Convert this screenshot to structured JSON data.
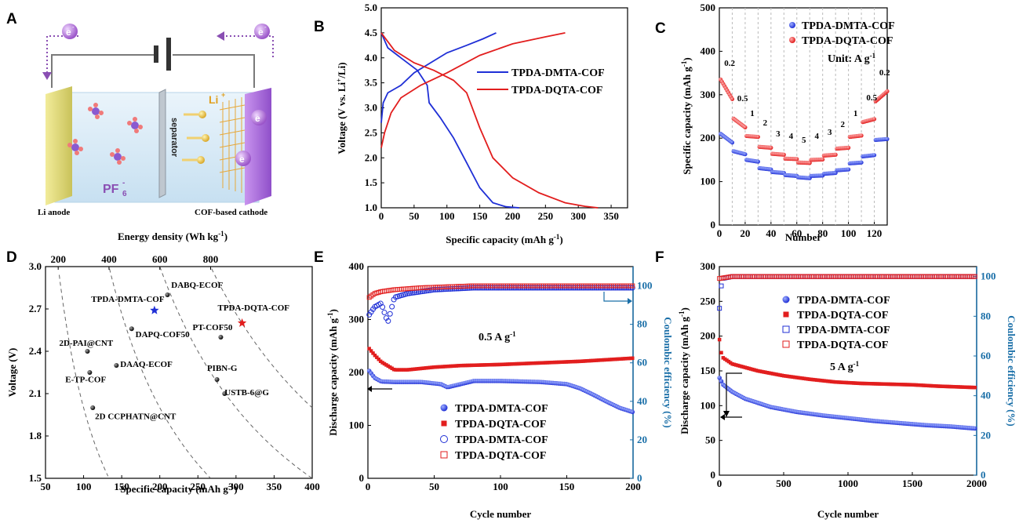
{
  "panels": {
    "A": "A",
    "B": "B",
    "C": "C",
    "D": "D",
    "E": "E",
    "F": "F"
  },
  "schematic": {
    "electron": "e",
    "electron_sup": "-",
    "li_ion": "Li",
    "li_sup": "+",
    "separator": "separator",
    "pf6": "PF",
    "pf6_sub": "6",
    "pf6_sup": "-",
    "anode": "Li anode",
    "cathode": "COF-based cathode",
    "colors": {
      "anode": "#e8e07a",
      "cathode": "#b779e0",
      "electrolyte": "#d6eaf7",
      "wire": "#7a7a7a",
      "arrow": "#8a4fb3",
      "cof_grid": "#e6a83a"
    }
  },
  "chart_data": [
    {
      "panel": "B",
      "type": "line",
      "xlabel": "Specific capacity (mAh g",
      "xlabel_sup": "-1",
      "xlabel_end": ")",
      "ylabel": "Voltage (V vs. Li",
      "ylabel_sup": "+",
      "ylabel_end": "/Li)",
      "xlim": [
        0,
        375
      ],
      "ylim": [
        1.0,
        5.0
      ],
      "xticks": [
        0,
        50,
        100,
        150,
        200,
        250,
        300,
        350
      ],
      "yticks": [
        1.0,
        1.5,
        2.0,
        2.5,
        3.0,
        3.5,
        4.0,
        4.5,
        5.0
      ],
      "legend_position": "center-right",
      "series": [
        {
          "name": "TPDA-DMTA-COF",
          "color": "#1f2fd6",
          "charge": [
            [
              0,
              2.7
            ],
            [
              3,
              3.1
            ],
            [
              10,
              3.3
            ],
            [
              30,
              3.45
            ],
            [
              50,
              3.7
            ],
            [
              75,
              3.9
            ],
            [
              100,
              4.1
            ],
            [
              130,
              4.25
            ],
            [
              155,
              4.38
            ],
            [
              175,
              4.5
            ]
          ],
          "discharge": [
            [
              0,
              4.5
            ],
            [
              10,
              4.2
            ],
            [
              30,
              4.0
            ],
            [
              55,
              3.75
            ],
            [
              70,
              3.45
            ],
            [
              73,
              3.1
            ],
            [
              90,
              2.8
            ],
            [
              110,
              2.4
            ],
            [
              130,
              1.9
            ],
            [
              150,
              1.4
            ],
            [
              170,
              1.1
            ],
            [
              190,
              1.02
            ],
            [
              210,
              1.0
            ]
          ]
        },
        {
          "name": "TPDA-DQTA-COF",
          "color": "#e21e1e",
          "charge": [
            [
              0,
              2.2
            ],
            [
              5,
              2.5
            ],
            [
              15,
              2.9
            ],
            [
              30,
              3.2
            ],
            [
              60,
              3.45
            ],
            [
              100,
              3.7
            ],
            [
              150,
              4.05
            ],
            [
              200,
              4.28
            ],
            [
              250,
              4.42
            ],
            [
              280,
              4.5
            ]
          ],
          "discharge": [
            [
              0,
              4.5
            ],
            [
              20,
              4.15
            ],
            [
              50,
              3.9
            ],
            [
              80,
              3.75
            ],
            [
              110,
              3.55
            ],
            [
              130,
              3.3
            ],
            [
              150,
              2.6
            ],
            [
              170,
              2.0
            ],
            [
              200,
              1.6
            ],
            [
              240,
              1.3
            ],
            [
              280,
              1.1
            ],
            [
              310,
              1.03
            ],
            [
              330,
              1.0
            ]
          ]
        }
      ]
    },
    {
      "panel": "C",
      "type": "scatter",
      "xlabel": "Number",
      "ylabel": "Specific capacity (mAh g",
      "ylabel_sup": "-1",
      "ylabel_end": ")",
      "xlim": [
        0,
        130
      ],
      "ylim": [
        0,
        500
      ],
      "xticks": [
        0,
        20,
        40,
        60,
        80,
        100,
        120
      ],
      "yticks": [
        0,
        100,
        200,
        300,
        400,
        500
      ],
      "unit_note": "Unit: A g",
      "unit_sup": "-1",
      "legend_position": "top-center",
      "rate_labels": [
        {
          "x": 2,
          "text": "0.2"
        },
        {
          "x": 12,
          "text": "0.5"
        },
        {
          "x": 22,
          "text": "1"
        },
        {
          "x": 32,
          "text": "2"
        },
        {
          "x": 42,
          "text": "3"
        },
        {
          "x": 52,
          "text": "4"
        },
        {
          "x": 62,
          "text": "5"
        },
        {
          "x": 72,
          "text": "4"
        },
        {
          "x": 82,
          "text": "3"
        },
        {
          "x": 92,
          "text": "2"
        },
        {
          "x": 102,
          "text": "1"
        },
        {
          "x": 112,
          "text": "0.5"
        },
        {
          "x": 122,
          "text": "0.2"
        }
      ],
      "series": [
        {
          "name": "TPDA-DMTA-COF",
          "color": "#1f2fd6",
          "segments": [
            [
              1,
              10,
              210,
              190
            ],
            [
              11,
              20,
              170,
              163
            ],
            [
              21,
              30,
              150,
              146
            ],
            [
              31,
              40,
              131,
              128
            ],
            [
              41,
              50,
              122,
              120
            ],
            [
              51,
              60,
              115,
              113
            ],
            [
              61,
              70,
              110,
              108
            ],
            [
              71,
              80,
              113,
              114
            ],
            [
              81,
              90,
              118,
              120
            ],
            [
              91,
              100,
              126,
              128
            ],
            [
              101,
              110,
              142,
              144
            ],
            [
              111,
              120,
              158,
              161
            ],
            [
              121,
              130,
              196,
              198
            ]
          ]
        },
        {
          "name": "TPDA-DQTA-COF",
          "color": "#e21e1e",
          "segments": [
            [
              1,
              10,
              335,
              290
            ],
            [
              11,
              20,
              245,
              225
            ],
            [
              21,
              30,
              205,
              203
            ],
            [
              31,
              40,
              180,
              178
            ],
            [
              41,
              50,
              164,
              162
            ],
            [
              51,
              60,
              153,
              152
            ],
            [
              61,
              70,
              144,
              143
            ],
            [
              71,
              80,
              150,
              151
            ],
            [
              81,
              90,
              160,
              162
            ],
            [
              91,
              100,
              176,
              178
            ],
            [
              101,
              110,
              203,
              206
            ],
            [
              111,
              120,
              237,
              244
            ],
            [
              121,
              130,
              285,
              308
            ]
          ]
        }
      ]
    },
    {
      "panel": "D",
      "type": "scatter",
      "xlabel": "Specific capacity (mAh g",
      "xlabel_sup": "-1",
      "xlabel_end": ")",
      "ylabel": "Voltage (V)",
      "top_label": "Energy density (Wh kg",
      "top_label_sup": "-1",
      "top_label_end": ")",
      "xlim": [
        50,
        400
      ],
      "ylim": [
        1.5,
        3.0
      ],
      "xticks": [
        50,
        100,
        150,
        200,
        250,
        300,
        350,
        400
      ],
      "yticks": [
        1.5,
        1.8,
        2.1,
        2.4,
        2.7,
        3.0
      ],
      "top_ticks": [
        200,
        400,
        600,
        800
      ],
      "iso_energy": [
        200,
        400,
        600,
        800
      ],
      "points": [
        {
          "label": "DABQ-ECOF",
          "x": 210,
          "y": 2.8,
          "lx": 215,
          "ly": 2.85
        },
        {
          "label": "TPDA-DMTA-COF",
          "x": 193,
          "y": 2.69,
          "star": "#1f2fd6",
          "lx": 110,
          "ly": 2.75
        },
        {
          "label": "TPDA-DQTA-COF",
          "x": 308,
          "y": 2.6,
          "star": "#e21e1e",
          "lx": 276,
          "ly": 2.69
        },
        {
          "label": "PT-COF50",
          "x": 280,
          "y": 2.5,
          "lx": 243,
          "ly": 2.55
        },
        {
          "label": "DAPQ-COF50",
          "x": 163,
          "y": 2.56,
          "lx": 168,
          "ly": 2.5
        },
        {
          "label": "2D-PAI@CNT",
          "x": 105,
          "y": 2.4,
          "lx": 68,
          "ly": 2.44
        },
        {
          "label": "DAAQ-ECOF",
          "x": 143,
          "y": 2.3,
          "lx": 148,
          "ly": 2.29
        },
        {
          "label": "E-TP-COF",
          "x": 108,
          "y": 2.25,
          "lx": 76,
          "ly": 2.18
        },
        {
          "label": "PIBN-G",
          "x": 275,
          "y": 2.2,
          "lx": 262,
          "ly": 2.26
        },
        {
          "label": "USTB-6@G",
          "x": 285,
          "y": 2.1,
          "lx": 285,
          "ly": 2.09
        },
        {
          "label": "2D CCPHATN@CNT",
          "x": 112,
          "y": 2.0,
          "lx": 115,
          "ly": 1.92
        }
      ]
    },
    {
      "panel": "E",
      "type": "scatter",
      "xlabel": "Cycle number",
      "ylabel": "Discharge capacity (mAh g",
      "ylabel_sup": "-1",
      "ylabel_end": ")",
      "y2label": "Coulombic efficiency (%)",
      "xlim": [
        0,
        200
      ],
      "ylim": [
        0,
        400
      ],
      "y2lim": [
        0,
        110
      ],
      "xticks": [
        0,
        50,
        100,
        150,
        200
      ],
      "yticks": [
        0,
        100,
        200,
        300,
        400
      ],
      "y2ticks": [
        0,
        20,
        40,
        60,
        80,
        100
      ],
      "rate": "0.5 A g",
      "rate_sup": "-1",
      "legend_position": "bottom-center",
      "series": [
        {
          "name": "TPDA-DMTA-COF",
          "color": "#1f2fd6",
          "marker": "ball",
          "axis": "left",
          "points": [
            [
              1,
              203
            ],
            [
              5,
              190
            ],
            [
              10,
              183
            ],
            [
              20,
              182
            ],
            [
              40,
              182
            ],
            [
              55,
              178
            ],
            [
              60,
              172
            ],
            [
              65,
              175
            ],
            [
              80,
              184
            ],
            [
              100,
              184
            ],
            [
              130,
              182
            ],
            [
              150,
              178
            ],
            [
              160,
              170
            ],
            [
              170,
              158
            ],
            [
              180,
              145
            ],
            [
              190,
              133
            ],
            [
              200,
              125
            ]
          ]
        },
        {
          "name": "TPDA-DQTA-COF",
          "color": "#e21e1e",
          "marker": "square",
          "axis": "left",
          "points": [
            [
              1,
              245
            ],
            [
              5,
              233
            ],
            [
              10,
              220
            ],
            [
              20,
              205
            ],
            [
              30,
              205
            ],
            [
              50,
              210
            ],
            [
              70,
              213
            ],
            [
              100,
              215
            ],
            [
              130,
              218
            ],
            [
              160,
              221
            ],
            [
              180,
              224
            ],
            [
              200,
              227
            ]
          ]
        },
        {
          "name": "TPDA-DMTA-COF",
          "color": "#1f2fd6",
          "marker": "open-circle",
          "axis": "right",
          "points": [
            [
              1,
              85
            ],
            [
              5,
              89
            ],
            [
              10,
              91
            ],
            [
              15,
              81
            ],
            [
              20,
              94
            ],
            [
              30,
              96
            ],
            [
              50,
              98
            ],
            [
              80,
              99
            ],
            [
              120,
              99
            ],
            [
              160,
              99
            ],
            [
              200,
              99
            ]
          ]
        },
        {
          "name": "TPDA-DQTA-COF",
          "color": "#e21e1e",
          "marker": "open-square",
          "axis": "right",
          "points": [
            [
              1,
              94
            ],
            [
              5,
              96
            ],
            [
              10,
              97
            ],
            [
              20,
              98
            ],
            [
              40,
              99
            ],
            [
              80,
              100
            ],
            [
              120,
              100
            ],
            [
              160,
              100
            ],
            [
              200,
              100
            ]
          ]
        }
      ]
    },
    {
      "panel": "F",
      "type": "scatter",
      "xlabel": "Cycle number",
      "ylabel": "Discharge capacity (mAh g",
      "ylabel_sup": "-1",
      "ylabel_end": ")",
      "y2label": "Coulombic efficiency (%)",
      "xlim": [
        0,
        2000
      ],
      "ylim": [
        0,
        300
      ],
      "y2lim": [
        0,
        105
      ],
      "xticks": [
        0,
        500,
        1000,
        1500,
        2000
      ],
      "yticks": [
        0,
        50,
        100,
        150,
        200,
        250,
        300
      ],
      "y2ticks": [
        0,
        20,
        40,
        60,
        80,
        100
      ],
      "rate": "5 A g",
      "rate_sup": "-1",
      "legend_position": "top-center",
      "series": [
        {
          "name": "TPDA-DMTA-COF",
          "color": "#1f2fd6",
          "marker": "ball",
          "axis": "left",
          "points": [
            [
              1,
              140
            ],
            [
              30,
              130
            ],
            [
              100,
              120
            ],
            [
              200,
              110
            ],
            [
              400,
              98
            ],
            [
              600,
              91
            ],
            [
              800,
              86
            ],
            [
              1000,
              82
            ],
            [
              1200,
              78
            ],
            [
              1400,
              75
            ],
            [
              1600,
              72
            ],
            [
              1800,
              70
            ],
            [
              2000,
              67
            ]
          ]
        },
        {
          "name": "TPDA-DQTA-COF",
          "color": "#e21e1e",
          "marker": "square",
          "axis": "left",
          "points": [
            [
              1,
              195
            ],
            [
              20,
              170
            ],
            [
              100,
              160
            ],
            [
              300,
              150
            ],
            [
              500,
              143
            ],
            [
              700,
              138
            ],
            [
              900,
              134
            ],
            [
              1100,
              132
            ],
            [
              1300,
              131
            ],
            [
              1500,
              130
            ],
            [
              1700,
              128
            ],
            [
              2000,
              126
            ]
          ]
        },
        {
          "name": "TPDA-DMTA-COF",
          "color": "#1f2fd6",
          "marker": "open-square",
          "axis": "right",
          "points": [
            [
              1,
              84
            ],
            [
              20,
              99
            ],
            [
              100,
              100
            ],
            [
              500,
              100
            ],
            [
              1000,
              100
            ],
            [
              1500,
              100
            ],
            [
              2000,
              100
            ]
          ]
        },
        {
          "name": "TPDA-DQTA-COF",
          "color": "#e21e1e",
          "marker": "open-square",
          "axis": "right",
          "points": [
            [
              1,
              99
            ],
            [
              100,
              100
            ],
            [
              500,
              100
            ],
            [
              1000,
              100
            ],
            [
              1500,
              100
            ],
            [
              2000,
              100
            ]
          ]
        }
      ]
    }
  ]
}
